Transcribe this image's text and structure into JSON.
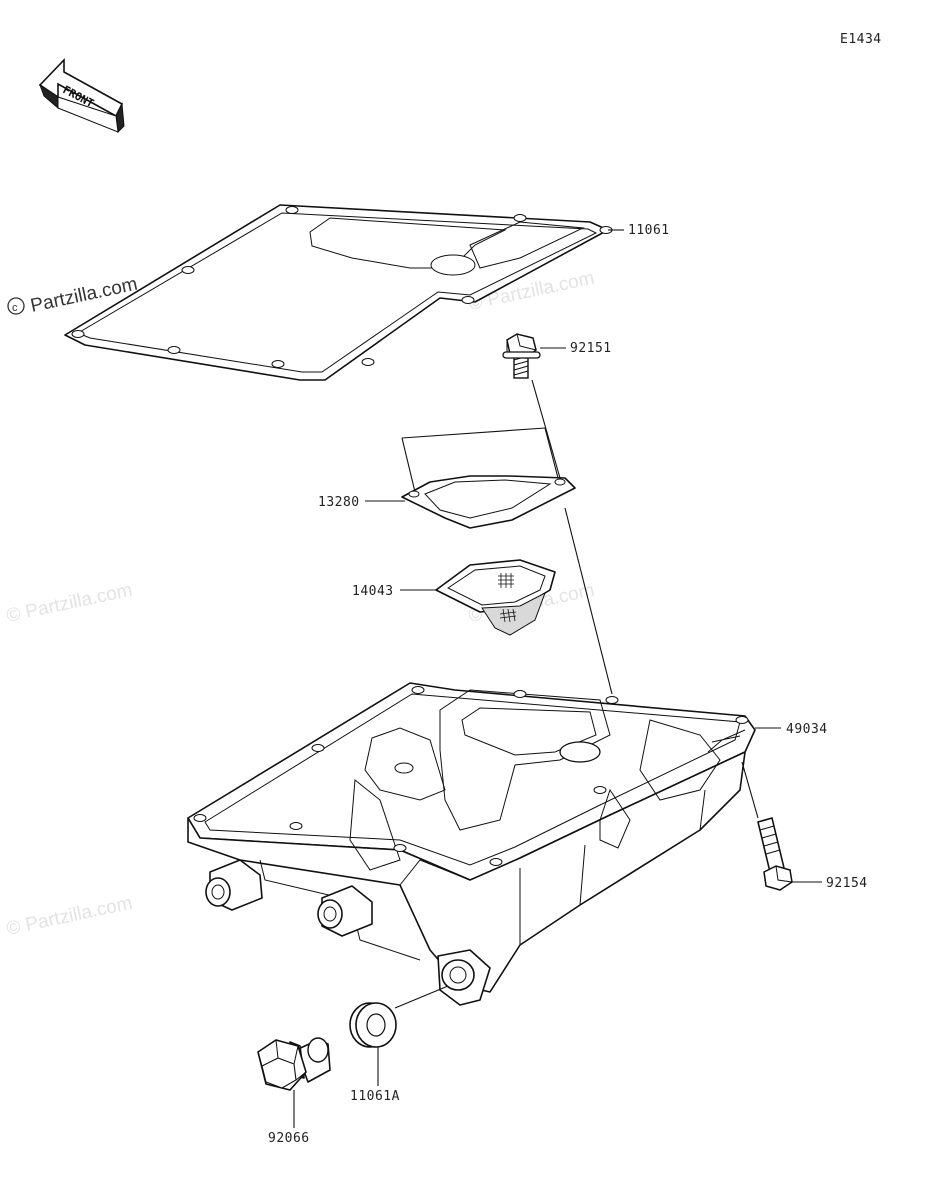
{
  "diagram": {
    "code": "E1434",
    "front_label": "FRONT",
    "watermark": "Partzilla.com",
    "watermark_main": "© Partzilla.com"
  },
  "parts": [
    {
      "number": "11061"
    },
    {
      "number": "92151"
    },
    {
      "number": "13280"
    },
    {
      "number": "14043"
    },
    {
      "number": "49034"
    },
    {
      "number": "92154"
    },
    {
      "number": "11061A"
    },
    {
      "number": "92066"
    }
  ]
}
